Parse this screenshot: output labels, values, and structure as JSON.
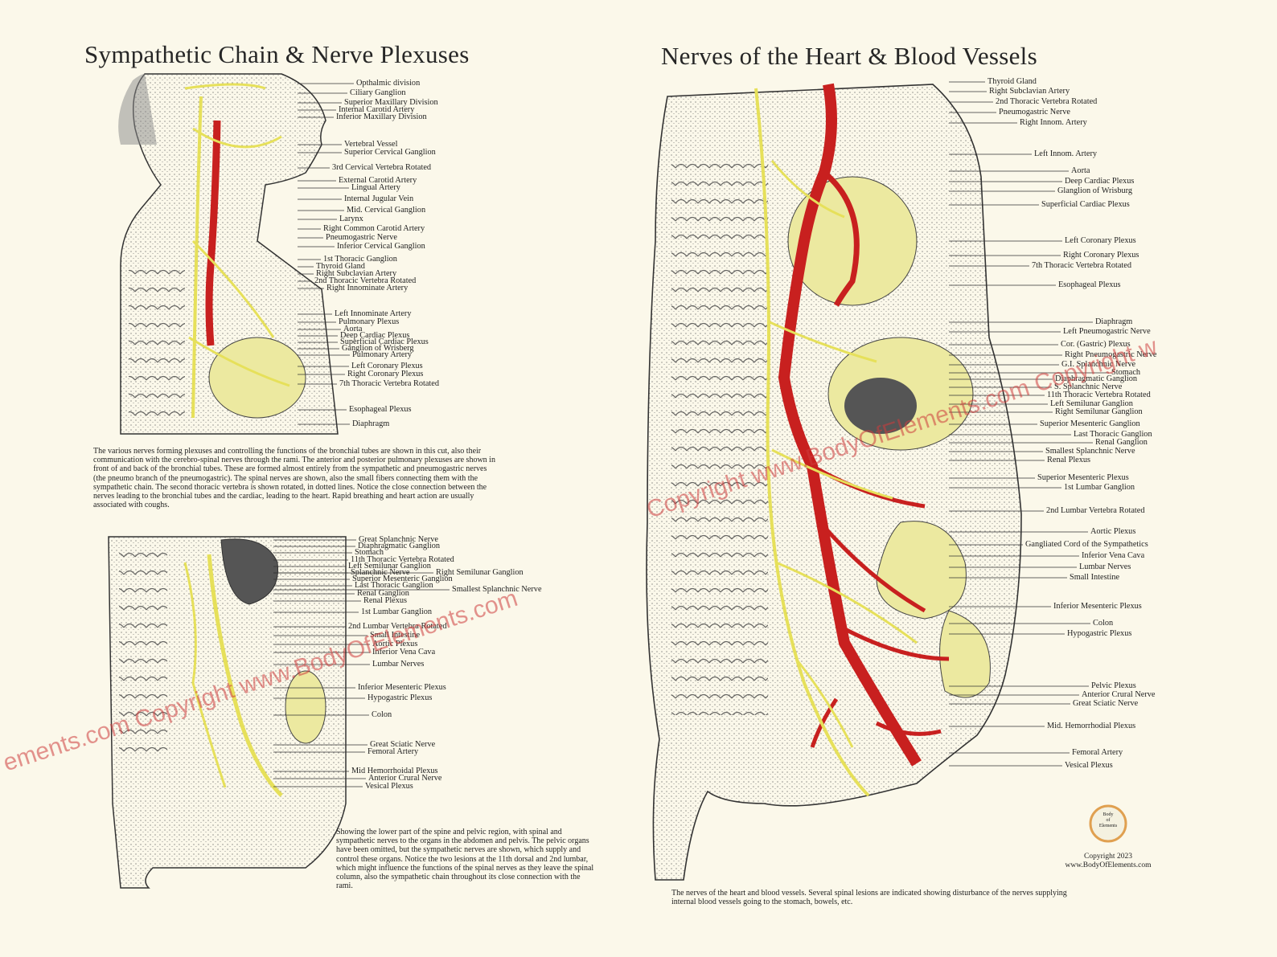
{
  "titles": {
    "left": "Sympathetic Chain & Nerve Plexuses",
    "right": "Nerves of the Heart & Blood Vessels"
  },
  "panel_head_labels": [
    "Opthalmic division",
    "Ciliary Ganglion",
    "Superior Maxillary Division",
    "Internal Carotid Artery",
    "Inferior Maxillary Division",
    "Vertebral Vessel",
    "Superior Cervical Ganglion",
    "3rd Cervical Vertebra Rotated",
    "External Carotid Artery",
    "Lingual Artery",
    "Internal Jugular Vein",
    "Mid. Cervical Ganglion",
    "Larynx",
    "Right Common Carotid Artery",
    "Pneumogastric Nerve",
    "Inferior Cervical Ganglion",
    "1st Thoracic Ganglion",
    "Thyroid Gland",
    "Right Subclavian Artery",
    "2nd Thoracic Vertebra Rotated",
    "Right Innominate Artery",
    "Left Innominate Artery",
    "Pulmonary Plexus",
    "Aorta",
    "Deep Cardiac Plexus",
    "Superficial Cardiac Plexus",
    "Ganglion of Wrisberg",
    "Pulmonary Artery",
    "Left Coronary Plexus",
    "Right Coronary Plexus",
    "7th Thoracic Vertebra Rotated",
    "Esophageal Plexus",
    "Diaphragm"
  ],
  "panel_head_caption": "The various nerves forming plexuses and controlling the functions of the bronchial tubes are shown in this cut, also their communication with the cerebro-spinal nerves through the rami. The anterior and posterior pulmonary plexuses are shown in front of and back of the bronchial tubes. These are formed almost entirely from the sympathetic and pneumogastric nerves (the pneumo branch of the pneumogastric). The spinal nerves are shown, also the small fibers connecting them with the sympathetic chain. The second thoracic vertebra is shown rotated, in dotted lines. Notice the close connection between the nerves leading to the bronchial tubes and the cardiac, leading to the heart. Rapid breathing and heart action are usually associated with coughs.",
  "panel_pelvis_labels": [
    "Great Splanchnic Nerve",
    "Diaphragmatic Ganglion",
    "Stomach",
    "11th Thoracic Vertebra Rotated",
    "Left Semilunar Ganglion",
    "Splanchnic Nerve",
    "Right Semilunar Ganglion",
    "Superior Mesenteric Ganglion",
    "Last Thoracic Ganglion",
    "Smallest Splanchnic Nerve",
    "Renal Ganglion",
    "Renal Plexus",
    "1st Lumbar Ganglion",
    "2nd Lumbar Vertebra Rotated",
    "Small Intestine",
    "Aortic Plexus",
    "Inferior Vena Cava",
    "Lumbar Nerves",
    "Inferior Mesenteric Plexus",
    "Hypogastric Plexus",
    "Colon",
    "Great Sciatic Nerve",
    "Femoral Artery",
    "Mid Hemorrhoidal Plexus",
    "Anterior Crural Nerve",
    "Vesical Plexus"
  ],
  "panel_pelvis_caption": "Showing the lower part of the spine and pelvic region, with spinal and sympathetic nerves to the organs in the abdomen and pelvis. The pelvic organs have been omitted, but the sympathetic nerves are shown, which supply and control these organs. Notice the two lesions at the 11th dorsal and 2nd lumbar, which might influence the functions of the spinal nerves as they leave the spinal column, also the sympathetic chain throughout its close connection with the rami.",
  "panel_heart_labels": [
    "Thyroid Gland",
    "Right Subclavian Artery",
    "2nd Thoracic Vertebra Rotated",
    "Pneumogastric Nerve",
    "Right Innom. Artery",
    "Left Innom. Artery",
    "Aorta",
    "Deep Cardiac Plexus",
    "Glanglion of Wrisburg",
    "Superficial Cardiac Plexus",
    "Left Coronary Plexus",
    "Right Coronary Plexus",
    "7th Thoracic Vertebra Rotated",
    "Esophageal Plexus",
    "Diaphragm",
    "Left Pneumogastric Nerve",
    "Cor. (Gastric) Plexus",
    "Right Pneumogastric Nerve",
    "G.I. Splanchnic Nerve",
    "Stomach",
    "Diaphragmatic Ganglion",
    "S. Splanchnic Nerve",
    "11th Thoracic Vertebra Rotated",
    "Left Semilunar Ganglion",
    "Right Semilunar Ganglion",
    "Superior Mesenteric Ganglion",
    "Last Thoracic Ganglion",
    "Renal Ganglion",
    "Smallest Splanchnic Nerve",
    "Renal Plexus",
    "Superior Mesenteric Plexus",
    "1st Lumbar Ganglion",
    "2nd Lumbar Vertebra Rotated",
    "Aortic Plexus",
    "Gangliated Cord of the Sympathetics",
    "Inferior Vena Cava",
    "Lumbar Nerves",
    "Small Intestine",
    "Inferior Mesenteric Plexus",
    "Colon",
    "Hypogastric Plexus",
    "Pelvic Plexus",
    "Anterior Crural Nerve",
    "Great Sciatic Nerve",
    "Mid. Hemorrhodial Plexus",
    "Femoral Artery",
    "Vesical Plexus"
  ],
  "panel_heart_caption": "The nerves of the heart and blood vessels. Several spinal lesions are indicated showing disturbance of the nerves supplying internal blood vessels going to the stomach, bowels, etc.",
  "watermark": "Copyright www.BodyOfElements.com",
  "watermark_upper": "Copyright www.BodyOfElements.com Copyright w",
  "watermark_lower": "ements.com Copyright www.BodyOfElements.com",
  "logo_text": [
    "Body",
    "of",
    "Elements"
  ],
  "copyright_lines": [
    "Copyright 2023",
    "www.BodyOfElements.com"
  ],
  "colors": {
    "background": "#fbf8ea",
    "nerve": "#e6e05a",
    "artery": "#c8201f",
    "ink": "#222222",
    "watermark": "#cd3c3c"
  }
}
